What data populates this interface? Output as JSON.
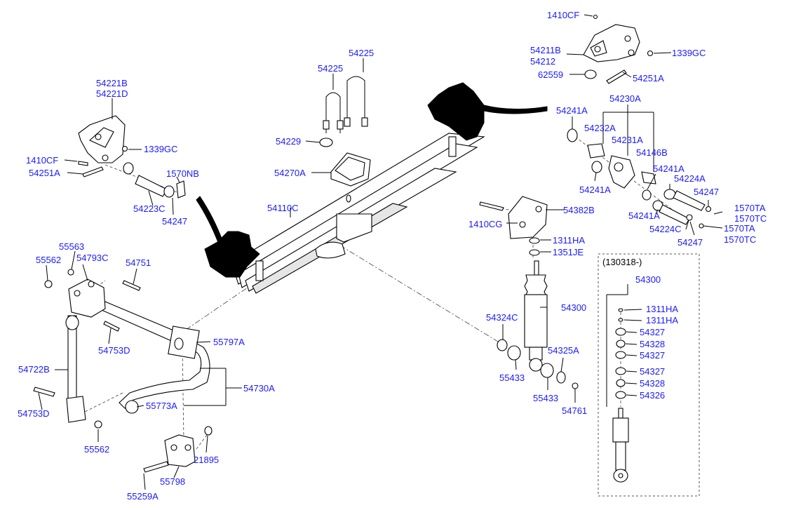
{
  "variant_note": "(130318-)",
  "labels": {
    "p1410CF_top": "1410CF",
    "p54211B": "54211B",
    "p54212": "54212",
    "p1339GC_top": "1339GC",
    "p62559": "62559",
    "p54251A_top": "54251A",
    "p54225_a": "54225",
    "p54225_b": "54225",
    "p54230A": "54230A",
    "p54241A_1": "54241A",
    "p54232A": "54232A",
    "p54231A": "54231A",
    "p54146B": "54146B",
    "p54241A_2": "54241A",
    "p54241A_3": "54241A",
    "p54224A": "54224A",
    "p54247_r1": "54247",
    "p1570TA_1": "1570TA",
    "p1570TC_1": "1570TC",
    "p54241A_4": "54241A",
    "p54224C": "54224C",
    "p1570TA_2": "1570TA",
    "p1570TC_2": "1570TC",
    "p54247_r2": "54247",
    "p54221B": "54221B",
    "p54221D": "54221D",
    "p1339GC_left": "1339GC",
    "p1410CF_left": "1410CF",
    "p54251A_left": "54251A",
    "p1570NB": "1570NB",
    "p54223C": "54223C",
    "p54247_left": "54247",
    "p54229": "54229",
    "p54270A": "54270A",
    "p54110C": "54110C",
    "p54382B": "54382B",
    "p1410CG": "1410CG",
    "p1311HA_mid": "1311HA",
    "p1351JE": "1351JE",
    "p54300_mid": "54300",
    "p54324C": "54324C",
    "p54325A": "54325A",
    "p55433_a": "55433",
    "p55433_b": "55433",
    "p54761": "54761",
    "p55563": "55563",
    "p55562_top": "55562",
    "p54793C": "54793C",
    "p54751": "54751",
    "p54753D_a": "54753D",
    "p54722B": "54722B",
    "p55797A": "55797A",
    "p54730A": "54730A",
    "p54753D_b": "54753D",
    "p55773A": "55773A",
    "p55562_bot": "55562",
    "p21895": "21895",
    "p55798": "55798",
    "p55259A": "55259A",
    "p54300_box": "54300",
    "p1311HA_box1": "1311HA",
    "p1311HA_box2": "1311HA",
    "p54327_1": "54327",
    "p54328_1": "54328",
    "p54327_2": "54327",
    "p54327_3": "54327",
    "p54328_2": "54328",
    "p54326": "54326"
  },
  "colors": {
    "label": "#1a1aff",
    "line": "#000000"
  }
}
